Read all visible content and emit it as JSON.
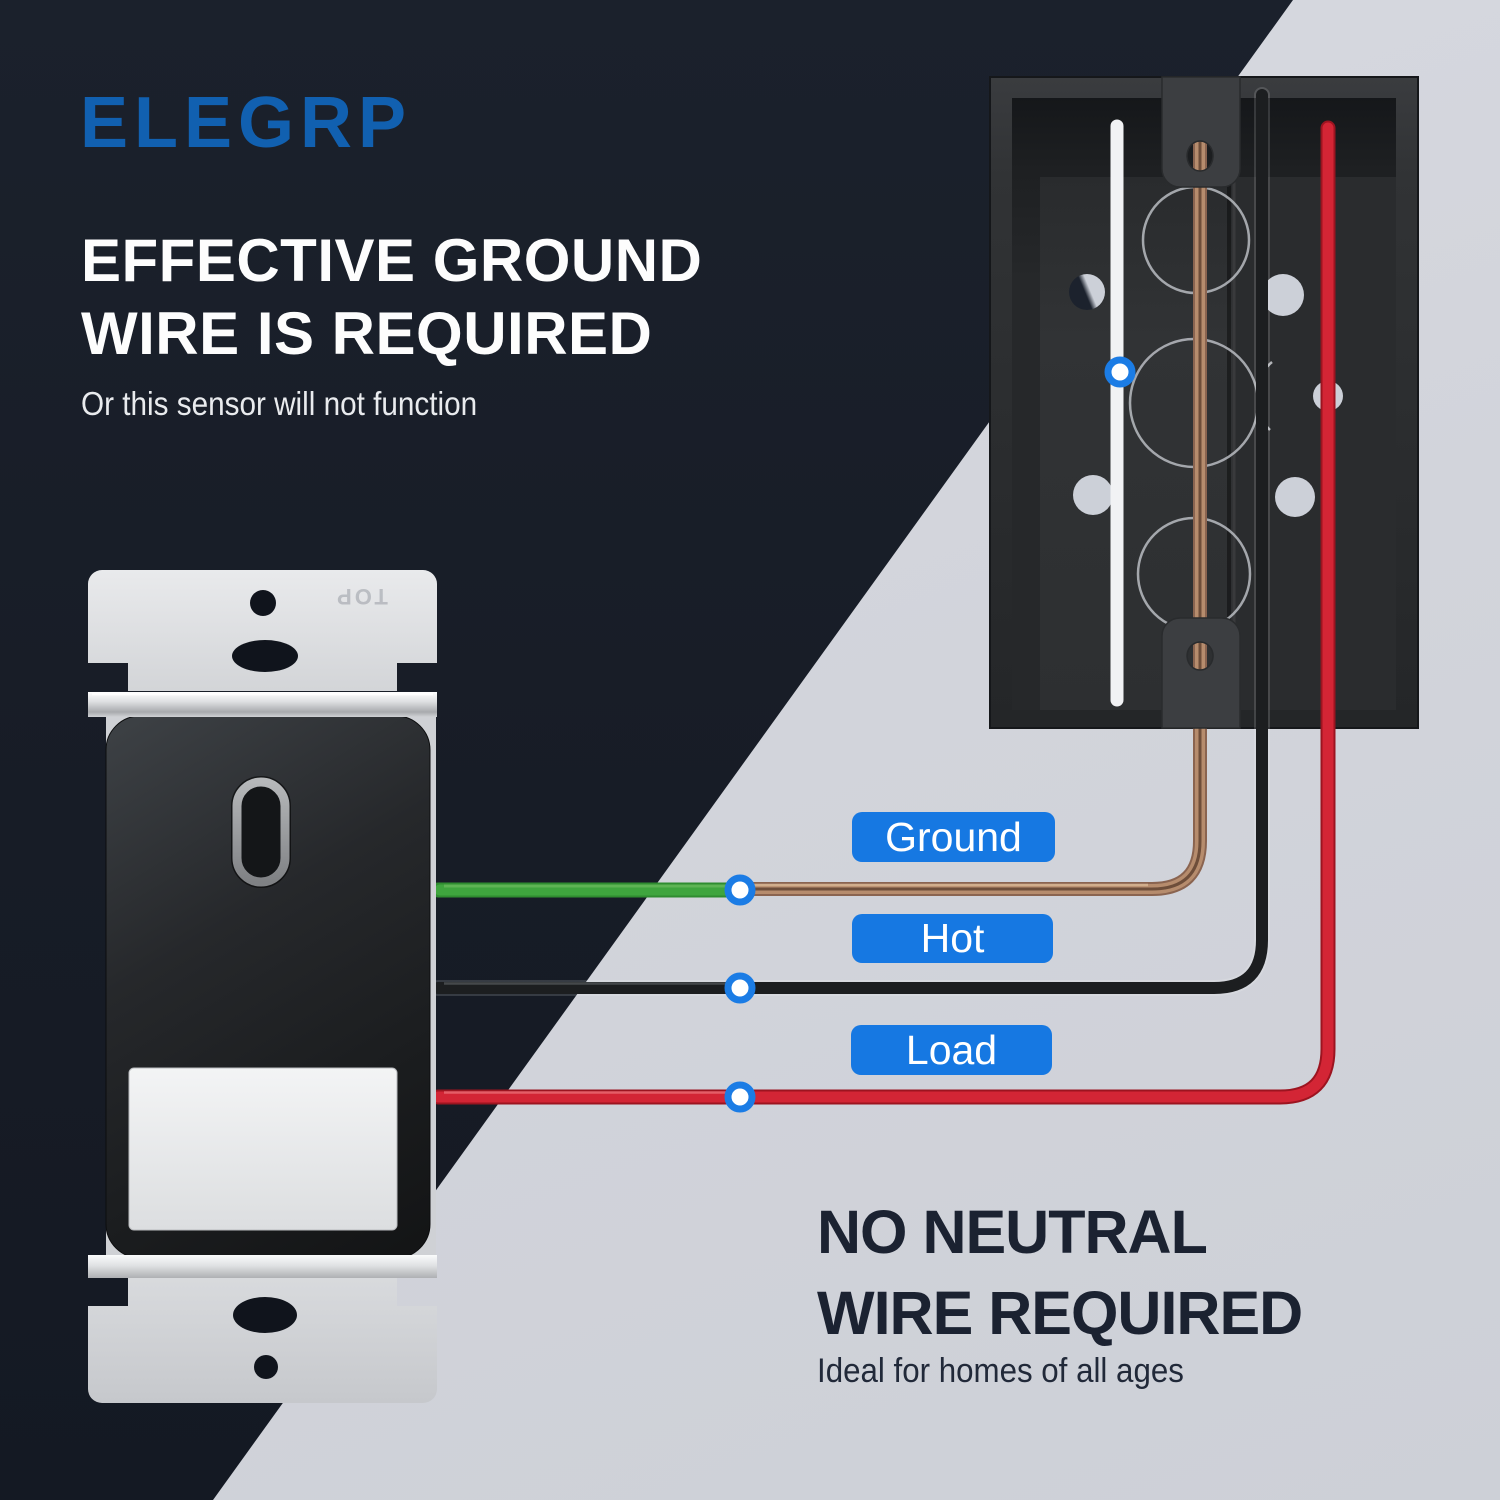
{
  "brand": {
    "logo_text": "ELEGRP"
  },
  "headline": {
    "line1": "EFFECTIVE GROUND",
    "line2": "WIRE IS REQUIRED",
    "subtitle": "Or this sensor will not function"
  },
  "bottom_note": {
    "line1": "NO NEUTRAL",
    "line2": "WIRE REQUIRED",
    "subtitle": "Ideal for homes of all ages"
  },
  "wire_labels": {
    "ground": "Ground",
    "hot": "Hot",
    "load": "Load"
  },
  "device": {
    "plate_marking": "TOP"
  },
  "colors": {
    "accent_label_blue": "#1678e2",
    "connector_ring_blue": "#1b7ce5",
    "logo_blue": "#1160b0",
    "dark_background": "#171c26",
    "light_background": "#d2d4db",
    "ground_wire_green": "#3fa53e",
    "hot_wire_black": "#1c1e20",
    "load_wire_red": "#d32535",
    "copper_ground_wire": "#b68c6d",
    "neutral_wire_white": "#f1f2f4",
    "heading_text": "#ffffff",
    "note_text": "#1b2231"
  }
}
